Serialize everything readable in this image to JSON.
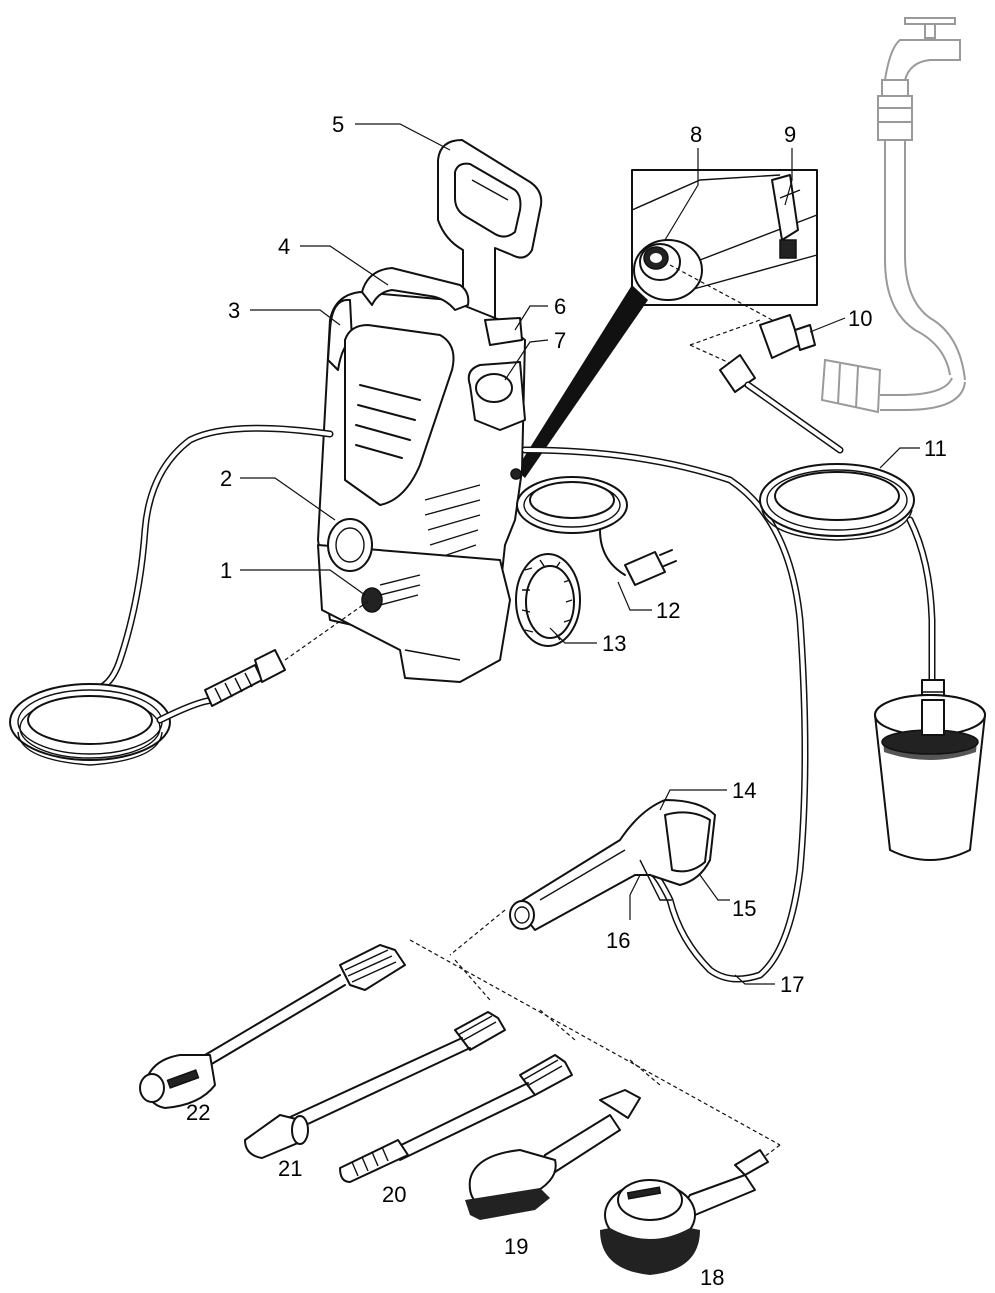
{
  "callouts": [
    {
      "id": "1",
      "text": "1"
    },
    {
      "id": "2",
      "text": "2"
    },
    {
      "id": "3",
      "text": "3"
    },
    {
      "id": "4",
      "text": "4"
    },
    {
      "id": "5",
      "text": "5"
    },
    {
      "id": "6",
      "text": "6"
    },
    {
      "id": "7",
      "text": "7"
    },
    {
      "id": "8",
      "text": "8"
    },
    {
      "id": "9",
      "text": "9"
    },
    {
      "id": "10",
      "text": "10"
    },
    {
      "id": "11",
      "text": "11"
    },
    {
      "id": "12",
      "text": "12"
    },
    {
      "id": "13",
      "text": "13"
    },
    {
      "id": "14",
      "text": "14"
    },
    {
      "id": "15",
      "text": "15"
    },
    {
      "id": "16",
      "text": "16"
    },
    {
      "id": "17",
      "text": "17"
    },
    {
      "id": "18",
      "text": "18"
    },
    {
      "id": "19",
      "text": "19"
    },
    {
      "id": "20",
      "text": "20"
    },
    {
      "id": "21",
      "text": "21"
    },
    {
      "id": "22",
      "text": "22"
    }
  ],
  "colors": {
    "line": "#111111",
    "faded": "#9a9a9a",
    "background": "#ffffff"
  }
}
